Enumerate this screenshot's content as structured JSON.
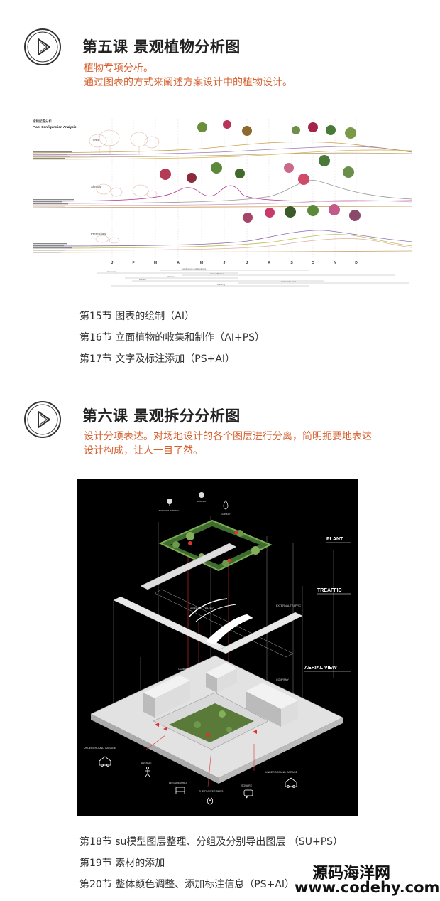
{
  "lesson5": {
    "title": "第五课 景观植物分析图",
    "desc_lines": [
      "植物专项分析。",
      "通过图表的方式来阐述方案设计中的植物设计。"
    ],
    "chart": {
      "title": "植物配置分析",
      "subtitle": "Plant Configuration Analysis",
      "rows": [
        "Trees",
        "Shrubs",
        "Perennials"
      ],
      "months": [
        "J",
        "F",
        "M",
        "A",
        "M",
        "J",
        "J",
        "A",
        "S",
        "O",
        "N",
        "D"
      ],
      "activities": [
        "Celebrations and Weddings",
        "Gardening",
        "Flowers",
        "Harvest",
        "Vacation",
        "Gardening",
        "Harvest the fruits",
        "Watering"
      ]
    },
    "sections": [
      "第15节 图表的绘制（AI）",
      "第16节 立面植物的收集和制作（AI+PS）",
      "第17节 文字及标注添加（PS+AI）"
    ]
  },
  "lesson6": {
    "title": "第六课 景观拆分分析图",
    "desc_lines": [
      "设计分项表达。对场地设计的各个图层进行分离，简明扼要地表达",
      "设计构成，让人一目了然。"
    ],
    "diagram": {
      "layer_labels": [
        "PLANT",
        "TREAFFIC",
        "AERIAL VIEW"
      ],
      "plant_labels": [
        "SOPHORA JAPONICA",
        "ROBINIA",
        "CHINKAY"
      ],
      "traffic_labels": [
        "INTERNAL TRAFFIC",
        "EXTERNAL TRAFFIC"
      ],
      "site_labels": [
        "COMPANY",
        "COMPANY",
        "UNDERGROUND GARAGE",
        "AVENUE",
        "LEISURE AREA",
        "THE FLOWER BEDS",
        "SQUARE",
        "UNDERGROUND GARAGE"
      ]
    },
    "sections": [
      "第18节 su模型图层整理、分组及分别导出图层 （SU+PS）",
      "第19节 素材的添加",
      "第20节 整体颜色调整、添加标注信息（PS+AI）"
    ]
  },
  "watermark": {
    "line1": "源码海洋网",
    "line2": "www.codehy.com"
  }
}
